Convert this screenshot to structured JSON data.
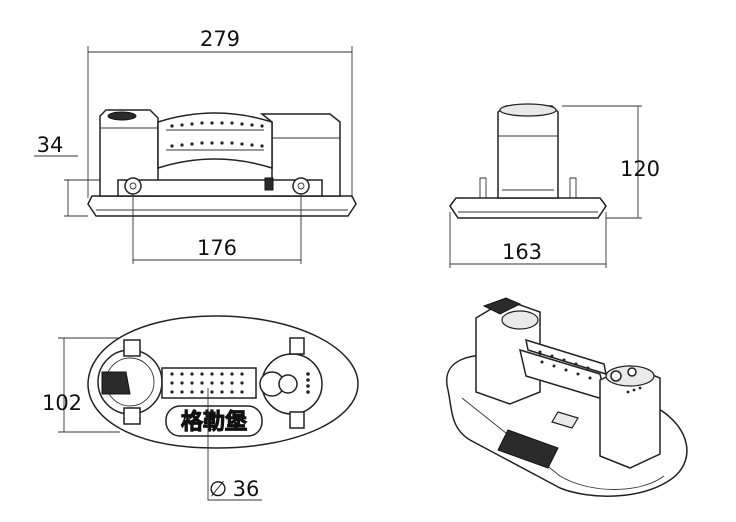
{
  "dimensions": {
    "top_width": "279",
    "left_height": "34",
    "hole_spacing": "176",
    "side_height": "120",
    "side_width": "163",
    "plan_height": "102",
    "diameter": "36",
    "diameter_symbol": "∅"
  },
  "brand_label": "格勒堡",
  "colors": {
    "line": "#222222",
    "shade": "#e9e9e9",
    "dark": "#2b2b2b"
  }
}
